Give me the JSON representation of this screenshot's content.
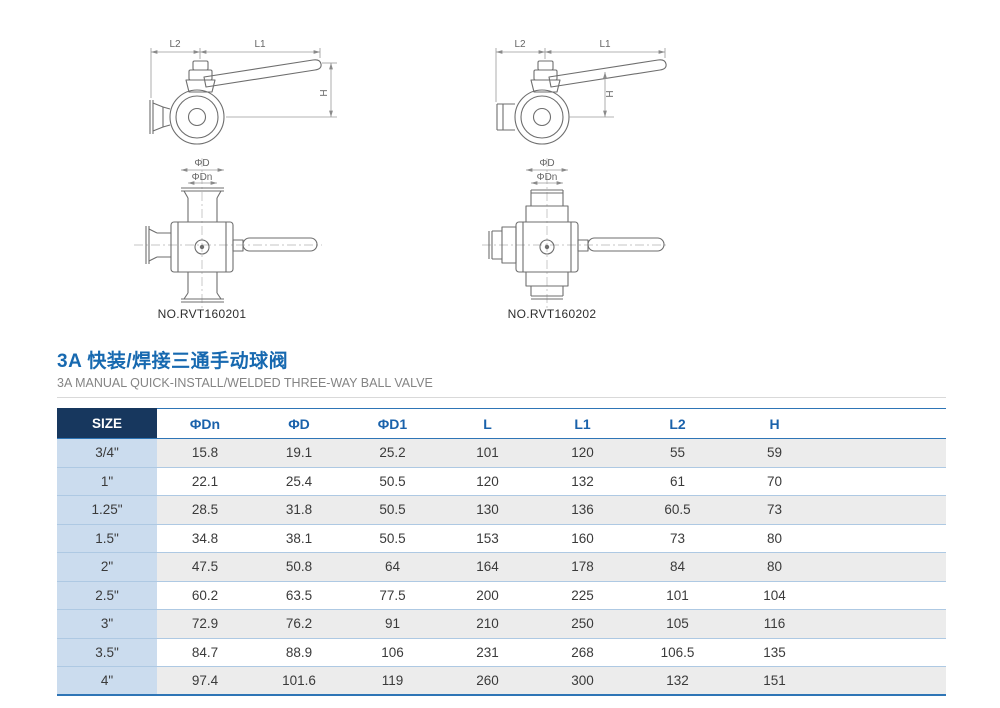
{
  "page": {
    "title_zh": "3A 快装/焊接三通手动球阀",
    "title_en": "3A MANUAL QUICK-INSTALL/WELDED THREE-WAY BALL VALVE"
  },
  "drawings": {
    "dim_labels": {
      "l1": "L1",
      "l2": "L2",
      "h": "H",
      "phi_d": "ΦD",
      "phi_dn": "ΦDn"
    },
    "left_model": "NO.RVT160201",
    "right_model": "NO.RVT160202"
  },
  "table": {
    "headers": [
      "SIZE",
      "ΦDn",
      "ΦD",
      "ΦD1",
      "L",
      "L1",
      "L2",
      "H"
    ],
    "rows": [
      [
        "3/4\"",
        "15.8",
        "19.1",
        "25.2",
        "101",
        "120",
        "55",
        "59"
      ],
      [
        "1\"",
        "22.1",
        "25.4",
        "50.5",
        "120",
        "132",
        "61",
        "70"
      ],
      [
        "1.25\"",
        "28.5",
        "31.8",
        "50.5",
        "130",
        "136",
        "60.5",
        "73"
      ],
      [
        "1.5\"",
        "34.8",
        "38.1",
        "50.5",
        "153",
        "160",
        "73",
        "80"
      ],
      [
        "2\"",
        "47.5",
        "50.8",
        "64",
        "164",
        "178",
        "84",
        "80"
      ],
      [
        "2.5\"",
        "60.2",
        "63.5",
        "77.5",
        "200",
        "225",
        "101",
        "104"
      ],
      [
        "3\"",
        "72.9",
        "76.2",
        "91",
        "210",
        "250",
        "105",
        "116"
      ],
      [
        "3.5\"",
        "84.7",
        "88.9",
        "106",
        "231",
        "268",
        "106.5",
        "135"
      ],
      [
        "4\"",
        "97.4",
        "101.6",
        "119",
        "260",
        "300",
        "132",
        "151"
      ]
    ]
  },
  "colors": {
    "accent_blue": "#2e75b6",
    "header_text_blue": "#1a62ab",
    "size_header_bg": "#17375e",
    "size_col_bg": "#cbdcee",
    "row_alt_bg": "#ececec",
    "title_blue": "#1769b0"
  }
}
